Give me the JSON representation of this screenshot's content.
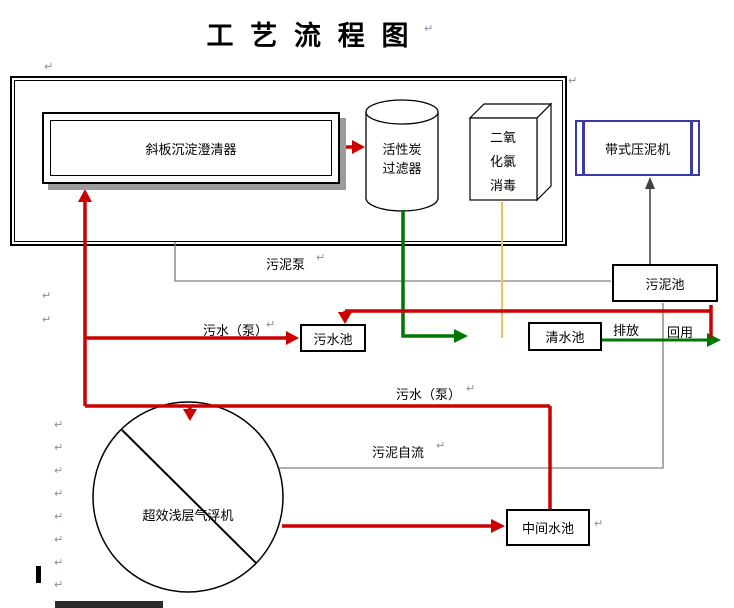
{
  "title": "工 艺 流 程 图",
  "nodes": {
    "clarifier": {
      "label": "斜板沉淀澄清器"
    },
    "carbon_filter": {
      "line1": "活性炭",
      "line2": "过滤器"
    },
    "disinfection": {
      "line1": "二氧",
      "line2": "化氯",
      "line3": "消毒"
    },
    "belt_press": {
      "label": "带式压泥机"
    },
    "sludge_tank": {
      "label": "污泥池"
    },
    "sewage_tank": {
      "label": "污水池"
    },
    "clean_tank": {
      "label": "清水池"
    },
    "middle_tank": {
      "label": "中间水池"
    },
    "flotation": {
      "label": "超效浅层气浮机"
    }
  },
  "flow_labels": {
    "sludge_pump": "污泥泵",
    "sewage_pump_left": "污水（泵）",
    "sewage_pump_mid": "污水（泵）",
    "discharge": "排放",
    "reuse": "回用",
    "sludge_gravity": "污泥自流"
  },
  "marks": {
    "return_mark": "↵"
  },
  "colors": {
    "flow_red": "#cc0000",
    "flow_green": "#007700",
    "dose_orange": "#f0c060",
    "line_gray": "#808080",
    "arrow_dark": "#404040",
    "belt_press_blue": "#3a3aa8"
  }
}
